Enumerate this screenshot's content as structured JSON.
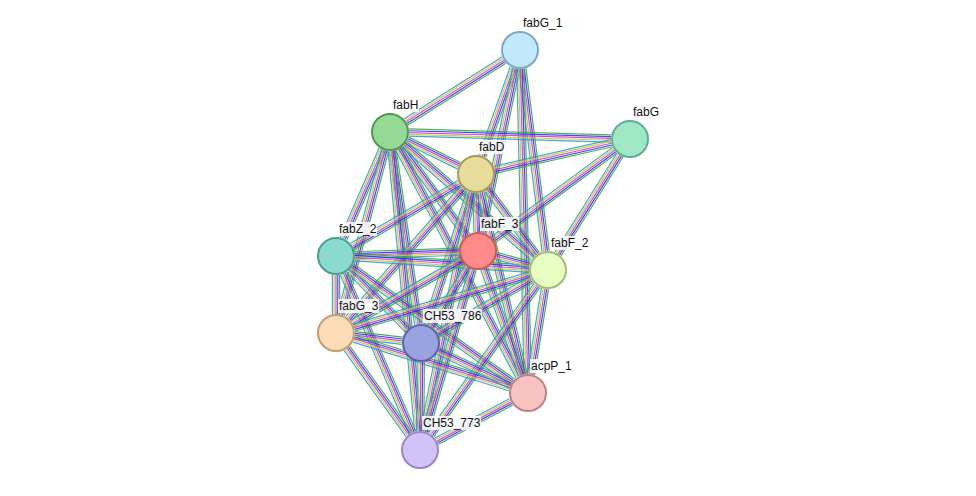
{
  "diagram": {
    "nodes": [
      {
        "text": [
          "fabG_1"
        ]
      },
      {
        "text": [
          "fabH"
        ]
      },
      {
        "text": [
          "fabG"
        ]
      },
      {
        "text": [
          "fabD"
        ]
      },
      {
        "text": [
          "fabZ_2"
        ]
      },
      {
        "text": [
          "fabF_3"
        ]
      },
      {
        "text": [
          "fabF_2"
        ]
      },
      {
        "text": [
          "fabG_3"
        ]
      },
      {
        "text": [
          "CH53_786"
        ]
      },
      {
        "text": [
          "acpP_1"
        ]
      },
      {
        "text": [
          "CH53_773"
        ]
      }
    ],
    "edges": [
      {
        "from": 0,
        "to": 1,
        "arrow": "none"
      },
      {
        "from": 0,
        "to": 3,
        "arrow": "none"
      },
      {
        "from": 0,
        "to": 5,
        "arrow": "none"
      },
      {
        "from": 0,
        "to": 6,
        "arrow": "none"
      },
      {
        "from": 0,
        "to": 9,
        "arrow": "none"
      },
      {
        "from": 1,
        "to": 2,
        "arrow": "none"
      },
      {
        "from": 1,
        "to": 3,
        "arrow": "none"
      },
      {
        "from": 1,
        "to": 4,
        "arrow": "none"
      },
      {
        "from": 1,
        "to": 5,
        "arrow": "none"
      },
      {
        "from": 1,
        "to": 6,
        "arrow": "none"
      },
      {
        "from": 1,
        "to": 7,
        "arrow": "none"
      },
      {
        "from": 1,
        "to": 8,
        "arrow": "none"
      },
      {
        "from": 1,
        "to": 9,
        "arrow": "none"
      },
      {
        "from": 1,
        "to": 10,
        "arrow": "none"
      },
      {
        "from": 2,
        "to": 3,
        "arrow": "none"
      },
      {
        "from": 2,
        "to": 5,
        "arrow": "none"
      },
      {
        "from": 2,
        "to": 6,
        "arrow": "none"
      },
      {
        "from": 3,
        "to": 4,
        "arrow": "none"
      },
      {
        "from": 3,
        "to": 5,
        "arrow": "none"
      },
      {
        "from": 3,
        "to": 6,
        "arrow": "none"
      },
      {
        "from": 3,
        "to": 7,
        "arrow": "none"
      },
      {
        "from": 3,
        "to": 8,
        "arrow": "none"
      },
      {
        "from": 3,
        "to": 9,
        "arrow": "none"
      },
      {
        "from": 3,
        "to": 10,
        "arrow": "none"
      },
      {
        "from": 4,
        "to": 5,
        "arrow": "none"
      },
      {
        "from": 4,
        "to": 6,
        "arrow": "none"
      },
      {
        "from": 4,
        "to": 7,
        "arrow": "none"
      },
      {
        "from": 4,
        "to": 8,
        "arrow": "none"
      },
      {
        "from": 4,
        "to": 9,
        "arrow": "none"
      },
      {
        "from": 4,
        "to": 10,
        "arrow": "none"
      },
      {
        "from": 5,
        "to": 6,
        "arrow": "none"
      },
      {
        "from": 5,
        "to": 7,
        "arrow": "none"
      },
      {
        "from": 5,
        "to": 8,
        "arrow": "none"
      },
      {
        "from": 5,
        "to": 9,
        "arrow": "none"
      },
      {
        "from": 5,
        "to": 10,
        "arrow": "none"
      },
      {
        "from": 6,
        "to": 7,
        "arrow": "none"
      },
      {
        "from": 6,
        "to": 8,
        "arrow": "none"
      },
      {
        "from": 6,
        "to": 9,
        "arrow": "none"
      },
      {
        "from": 6,
        "to": 10,
        "arrow": "none"
      },
      {
        "from": 7,
        "to": 8,
        "arrow": "none"
      },
      {
        "from": 7,
        "to": 9,
        "arrow": "none"
      },
      {
        "from": 7,
        "to": 10,
        "arrow": "none"
      },
      {
        "from": 8,
        "to": 9,
        "arrow": "none"
      },
      {
        "from": 8,
        "to": 10,
        "arrow": "none"
      },
      {
        "from": 9,
        "to": 10,
        "arrow": "none"
      }
    ]
  }
}
